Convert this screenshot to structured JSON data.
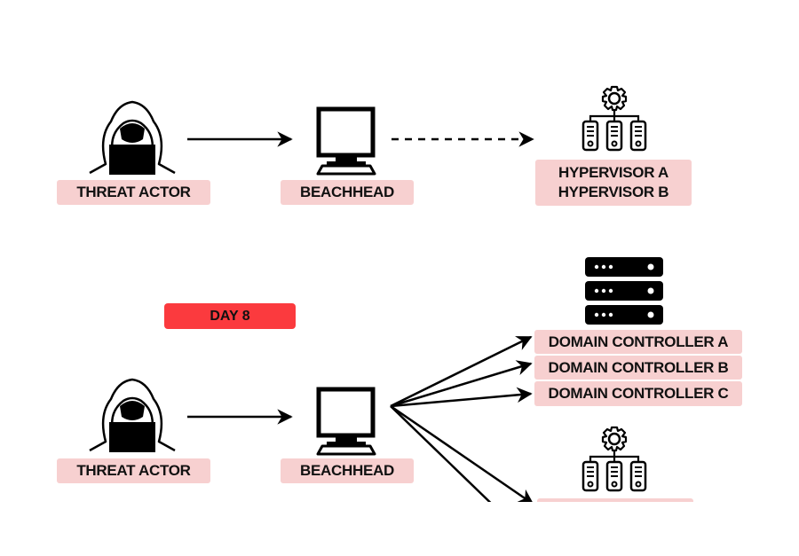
{
  "diagram": {
    "top_row": {
      "threat_actor": {
        "label": "THREAT ACTOR",
        "icon": "hooded-hacker-icon"
      },
      "beachhead": {
        "label": "BEACHHEAD",
        "icon": "computer-monitor-icon"
      },
      "hypervisors": {
        "labels": [
          "HYPERVISOR A",
          "HYPERVISOR B"
        ],
        "icon": "server-cluster-gear-icon"
      },
      "edges": [
        {
          "from": "threat_actor",
          "to": "beachhead",
          "style": "solid"
        },
        {
          "from": "beachhead",
          "to": "hypervisors",
          "style": "dashed"
        }
      ]
    },
    "day_badge": {
      "label": "DAY 8",
      "color": "#fb3a3e"
    },
    "bottom_row": {
      "threat_actor": {
        "label": "THREAT ACTOR",
        "icon": "hooded-hacker-icon"
      },
      "beachhead": {
        "label": "BEACHHEAD",
        "icon": "computer-monitor-icon"
      },
      "domain_controllers": {
        "labels": [
          "DOMAIN CONTROLLER A",
          "DOMAIN CONTROLLER B",
          "DOMAIN CONTROLLER C"
        ],
        "icon": "server-rack-icon"
      },
      "hypervisors": {
        "labels": [],
        "icon": "server-cluster-gear-icon"
      },
      "edges": [
        {
          "from": "threat_actor",
          "to": "beachhead",
          "style": "solid"
        },
        {
          "from": "beachhead",
          "to": "domain_controller_a",
          "style": "solid"
        },
        {
          "from": "beachhead",
          "to": "domain_controller_b",
          "style": "solid"
        },
        {
          "from": "beachhead",
          "to": "domain_controller_c",
          "style": "solid"
        },
        {
          "from": "beachhead",
          "to": "hypervisors",
          "style": "solid"
        },
        {
          "from": "beachhead",
          "to": "hypervisors",
          "style": "solid"
        }
      ]
    },
    "colors": {
      "label_bg": "#f7d0d0",
      "badge_bg": "#fb3a3e",
      "stroke": "#000000"
    }
  }
}
